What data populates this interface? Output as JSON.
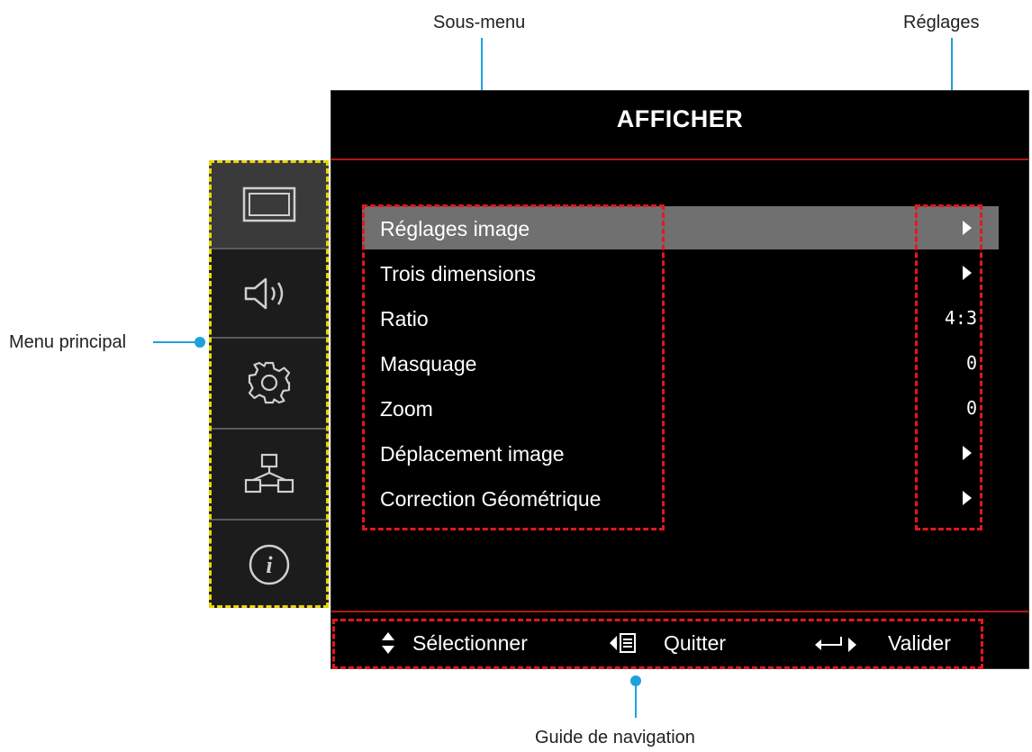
{
  "callouts": {
    "submenu": "Sous-menu",
    "settings": "Réglages",
    "main_menu": "Menu principal",
    "nav_guide": "Guide de navigation"
  },
  "osd": {
    "title": "AFFICHER",
    "sidebar": [
      {
        "icon": "display-icon",
        "active": true
      },
      {
        "icon": "speaker-icon",
        "active": false
      },
      {
        "icon": "gear-icon",
        "active": false
      },
      {
        "icon": "network-icon",
        "active": false
      },
      {
        "icon": "info-icon",
        "active": false
      }
    ],
    "items": [
      {
        "label": "Réglages image",
        "value": "",
        "arrow": true,
        "selected": true
      },
      {
        "label": "Trois dimensions",
        "value": "",
        "arrow": true,
        "selected": false
      },
      {
        "label": "Ratio",
        "value": "4:3",
        "arrow": false,
        "selected": false
      },
      {
        "label": "Masquage",
        "value": "0",
        "arrow": false,
        "selected": false
      },
      {
        "label": "Zoom",
        "value": "0",
        "arrow": false,
        "selected": false
      },
      {
        "label": "Déplacement image",
        "value": "",
        "arrow": true,
        "selected": false
      },
      {
        "label": "Correction Géométrique",
        "value": "",
        "arrow": true,
        "selected": false
      }
    ],
    "footer": {
      "select_label": "Sélectionner",
      "exit_label": "Quitter",
      "enter_label": "Valider"
    }
  },
  "colors": {
    "callout_line": "#1ea0dc",
    "highlight_border": "#e0181e",
    "sidebar_border": "#e8d400",
    "panel_background": "#000000",
    "selected_row": "#707070"
  }
}
